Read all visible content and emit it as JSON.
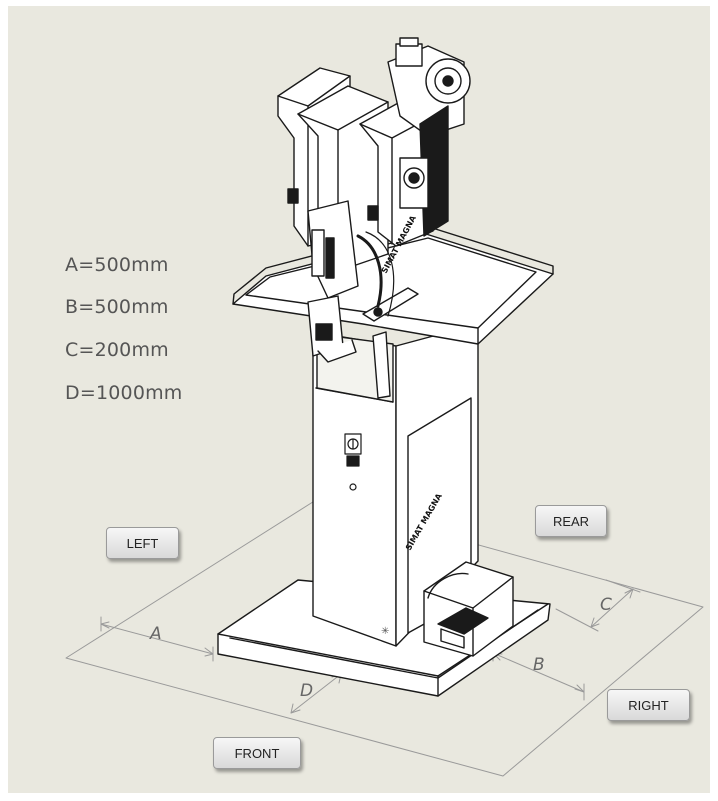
{
  "dimensions": [
    {
      "id": "A",
      "text": "A=500mm"
    },
    {
      "id": "B",
      "text": "B=500mm"
    },
    {
      "id": "C",
      "text": "C=200mm"
    },
    {
      "id": "D",
      "text": "D=1000mm"
    }
  ],
  "dimension_letters": {
    "A": "A",
    "B": "B",
    "C": "C",
    "D": "D"
  },
  "directions": {
    "left": "LEFT",
    "rear": "REAR",
    "right": "RIGHT",
    "front": "FRONT"
  },
  "brand": "SIMAT MAGNA",
  "colors": {
    "background": "#e9e8df",
    "outline": "#1a1a1a",
    "dimension_line": "#9a9a9a",
    "label_text": "#555555"
  }
}
